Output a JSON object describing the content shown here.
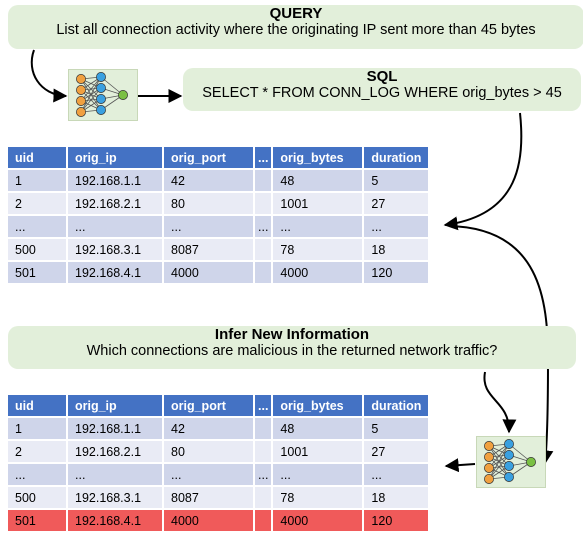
{
  "query": {
    "title": "QUERY",
    "text": "List all connection activity where the originating IP sent more than 45 bytes"
  },
  "sql": {
    "title": "SQL",
    "text": "SELECT * FROM CONN_LOG WHERE orig_bytes > 45"
  },
  "infer": {
    "title": "Infer New Information",
    "text": "Which connections are malicious in the returned network traffic?"
  },
  "icons": {
    "model": "neural-network-icon"
  },
  "colors": {
    "bubble": "#e2efda",
    "header": "#4472c4",
    "row_dark": "#cfd5ea",
    "row_light": "#e9ebf5",
    "highlight": "#f05a5a"
  },
  "table_top": {
    "headers": [
      "uid",
      "orig_ip",
      "orig_port",
      "...",
      "orig_bytes",
      "duration"
    ],
    "rows": [
      [
        "1",
        "192.168.1.1",
        "42",
        "",
        "48",
        "5"
      ],
      [
        "2",
        "192.168.2.1",
        "80",
        "",
        "1001",
        "27"
      ],
      [
        "...",
        "...",
        "...",
        "...",
        "...",
        "..."
      ],
      [
        "500",
        "192.168.3.1",
        "8087",
        "",
        "78",
        "18"
      ],
      [
        "501",
        "192.168.4.1",
        "4000",
        "",
        "4000",
        "120"
      ]
    ]
  },
  "table_bottom": {
    "headers": [
      "uid",
      "orig_ip",
      "orig_port",
      "...",
      "orig_bytes",
      "duration"
    ],
    "rows": [
      [
        "1",
        "192.168.1.1",
        "42",
        "",
        "48",
        "5"
      ],
      [
        "2",
        "192.168.2.1",
        "80",
        "",
        "1001",
        "27"
      ],
      [
        "...",
        "...",
        "...",
        "...",
        "...",
        "..."
      ],
      [
        "500",
        "192.168.3.1",
        "8087",
        "",
        "78",
        "18"
      ],
      [
        "501",
        "192.168.4.1",
        "4000",
        "",
        "4000",
        "120"
      ]
    ],
    "highlighted_row": 4
  }
}
